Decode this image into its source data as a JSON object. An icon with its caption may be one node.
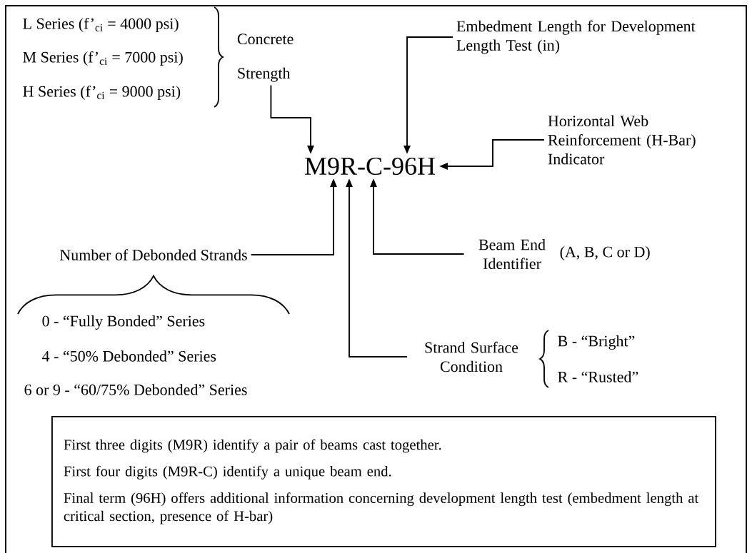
{
  "diagram": {
    "nodes": [
      {
        "text": [
          "Concrete Strength"
        ]
      },
      {
        "text": [
          "M9R-C-96H"
        ]
      },
      {
        "text": [
          "Embedment Length for Development Length Test (in)"
        ]
      },
      {
        "text": [
          "Horizontal Web Reinforcement (H-Bar) Indicator"
        ]
      },
      {
        "text": [
          "Number of Debonded Strands"
        ]
      },
      {
        "text": [
          "Beam End Identifier"
        ],
        "beside": [
          "(A, B, C or D)"
        ]
      },
      {
        "text": [
          "Strand Surface Condition"
        ]
      },
      {
        "text": [
          "First three digits (M9R) identify a pair of beams cast together.",
          "First four digits (M9R-C) identify a unique beam end.",
          "Final term (96H) offers additional information concerning development length test (embedment length at critical section, presence of H-bar)"
        ]
      }
    ],
    "edges": [
      {
        "from": 0,
        "to": 1,
        "arrow": "to"
      },
      {
        "from": 2,
        "to": 1,
        "arrow": "to"
      },
      {
        "from": 3,
        "to": 1,
        "arrow": "to"
      },
      {
        "from": 4,
        "to": 1,
        "arrow": "to"
      },
      {
        "from": 5,
        "to": 1,
        "arrow": "to"
      },
      {
        "from": 6,
        "to": 1,
        "arrow": "to"
      }
    ],
    "labels": [
      "L Series (f’$_{ci}$ = 4000 psi)",
      "M Series (f’$_{ci}$ = 7000 psi)",
      "H Series (f’$_{ci}$ = 9000 psi)",
      "0 - “Fully Bonded” Series",
      "4 - “50% Debonded” Series",
      "6 or 9 - “60/75% Debonded” Series",
      "B - “Bright”",
      "R - “Rusted”"
    ]
  }
}
